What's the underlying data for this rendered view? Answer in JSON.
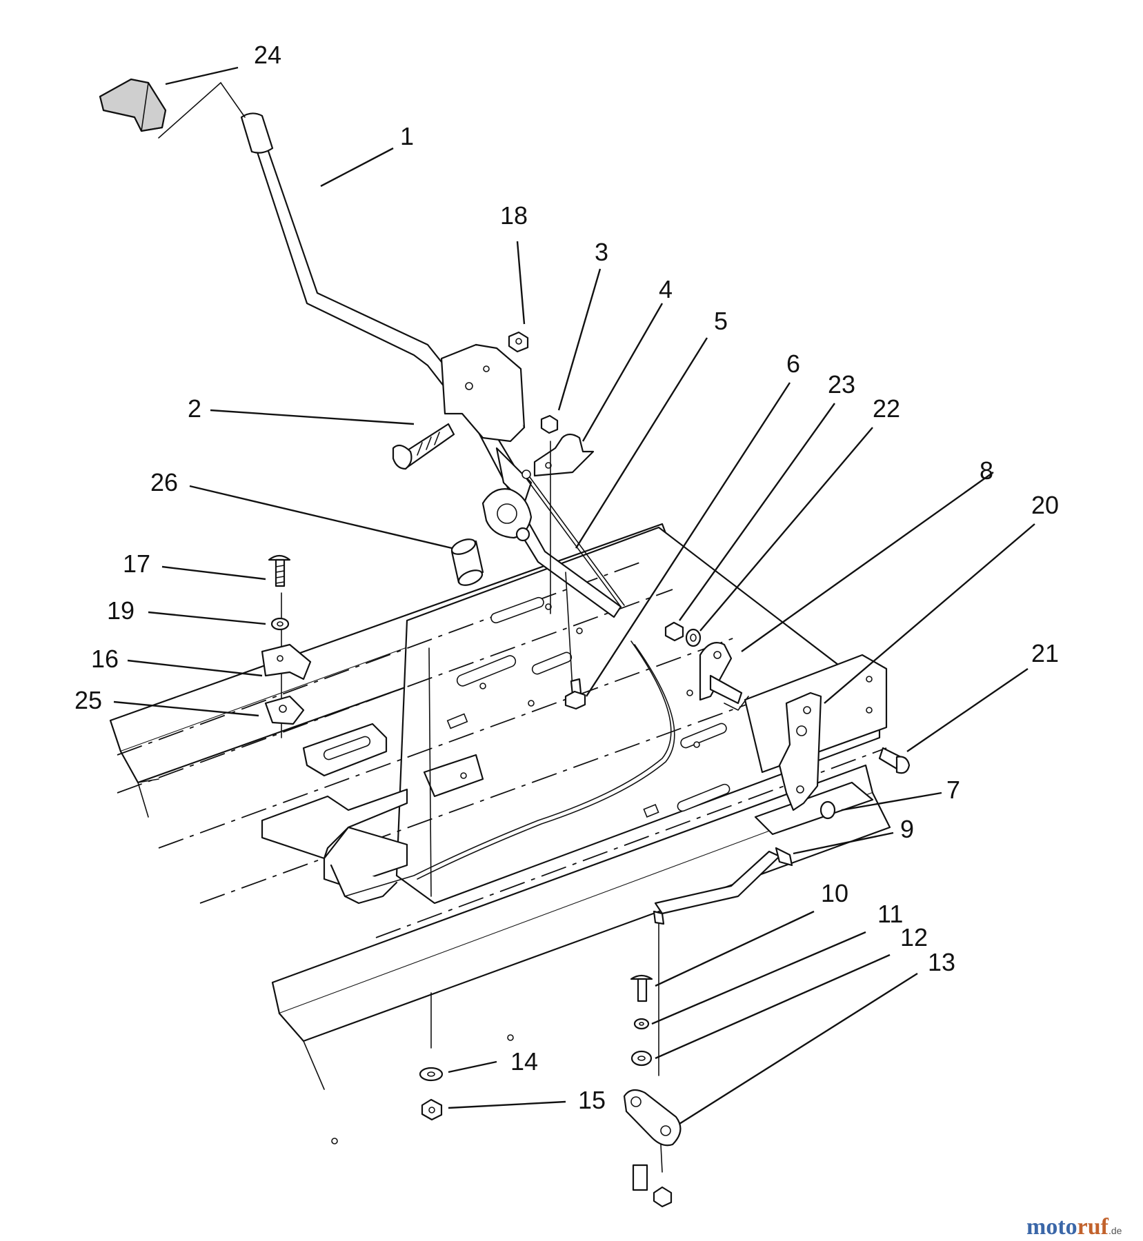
{
  "callouts": [
    {
      "id": "24",
      "label": "24"
    },
    {
      "id": "1",
      "label": "1"
    },
    {
      "id": "18",
      "label": "18"
    },
    {
      "id": "3",
      "label": "3"
    },
    {
      "id": "4",
      "label": "4"
    },
    {
      "id": "5",
      "label": "5"
    },
    {
      "id": "6",
      "label": "6"
    },
    {
      "id": "23",
      "label": "23"
    },
    {
      "id": "22",
      "label": "22"
    },
    {
      "id": "2",
      "label": "2"
    },
    {
      "id": "26",
      "label": "26"
    },
    {
      "id": "8",
      "label": "8"
    },
    {
      "id": "20",
      "label": "20"
    },
    {
      "id": "17",
      "label": "17"
    },
    {
      "id": "19",
      "label": "19"
    },
    {
      "id": "16",
      "label": "16"
    },
    {
      "id": "25",
      "label": "25"
    },
    {
      "id": "21",
      "label": "21"
    },
    {
      "id": "7",
      "label": "7"
    },
    {
      "id": "9",
      "label": "9"
    },
    {
      "id": "10",
      "label": "10"
    },
    {
      "id": "11",
      "label": "11"
    },
    {
      "id": "12",
      "label": "12"
    },
    {
      "id": "13",
      "label": "13"
    },
    {
      "id": "14",
      "label": "14"
    },
    {
      "id": "15",
      "label": "15"
    }
  ],
  "watermark": {
    "part1": "moto",
    "part2": "ruf",
    "suffix": ".de"
  }
}
